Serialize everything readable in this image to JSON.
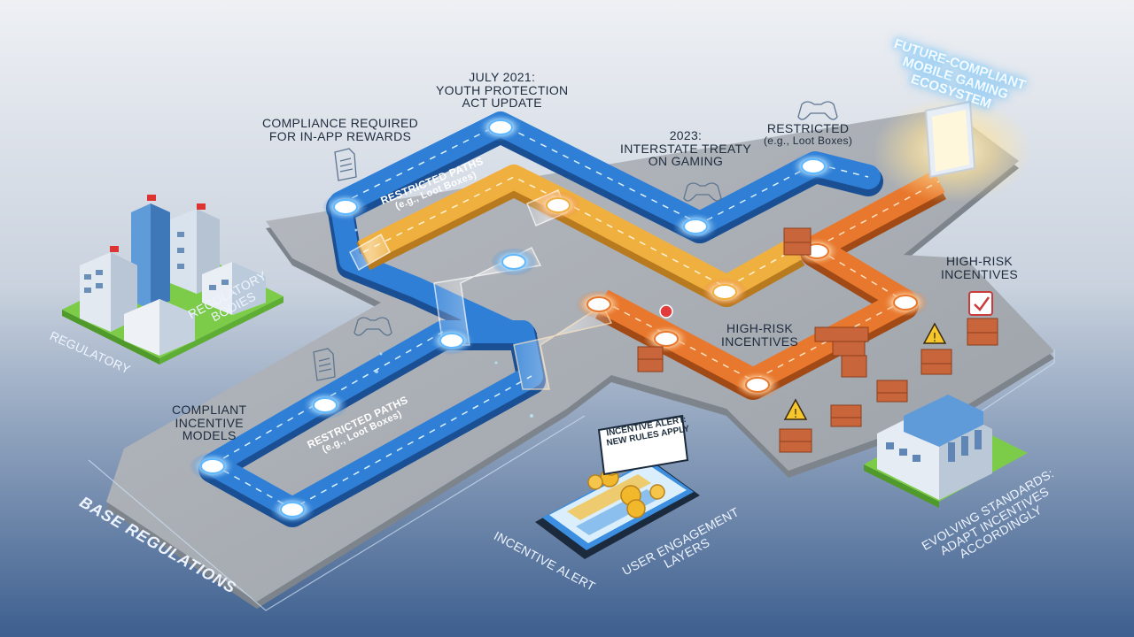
{
  "labels": {
    "july_2021": [
      "JULY 2021:",
      "YOUTH PROTECTION",
      "ACT UPDATE"
    ],
    "compliance_required": [
      "COMPLIANCE REQUIRED",
      "FOR IN-APP REWARDS"
    ],
    "treaty_2023": [
      "2023:",
      "INTERSTATE TREATY",
      "ON GAMING"
    ],
    "restricted_top": [
      "RESTRICTED",
      "(e.g., Loot Boxes)"
    ],
    "future_compliant": [
      "FUTURE-COMPLIANT",
      "MOBILE GAMING",
      "ECOSYSTEM"
    ],
    "restricted_paths_upper": [
      "RESTRICTED PATHS",
      "(e.g., Loot Boxes)"
    ],
    "high_risk_right": [
      "HIGH-RISK",
      "INCENTIVES"
    ],
    "high_risk_center": [
      "HIGH-RISK",
      "INCENTIVES"
    ],
    "regulatory": "REGULATORY",
    "regulatory_bodies": [
      "REGULATORY",
      "BODIES"
    ],
    "compliant_models": [
      "COMPLIANT",
      "INCENTIVE",
      "MODELS"
    ],
    "restricted_paths_lower": [
      "RESTRICTED PATHS",
      "(e.g., Loot Boxes)"
    ],
    "incentive_alert_sign": [
      "INCENTIVE ALERT:",
      "NEW RULES APPLY"
    ],
    "incentive_alert": "INCENTIVE ALERT",
    "user_engagement": [
      "USER ENGAGEMENT",
      "LAYERS"
    ],
    "base_regulations": "BASE REGULATIONS",
    "evolving_standards": [
      "EVOLVING STANDARDS:",
      "ADAPT INCENTIVES",
      "ACCORDINGLY"
    ]
  },
  "colors": {
    "background_top": "#eef0f4",
    "background_bottom": "#3d5f8f",
    "compliant_path": "#2f7fd6",
    "restricted_path": "#f0b040",
    "high_risk_path": "#e8782e",
    "platform": "#a9adb3",
    "node_glow": "#bfe9ff"
  },
  "icons": [
    "document-icon",
    "gamepad-icon",
    "warning-icon",
    "brick-wall-icon",
    "building-icon",
    "smartphone-icon",
    "coin-icon",
    "glowing-door-icon",
    "checkmark-sign-icon"
  ]
}
